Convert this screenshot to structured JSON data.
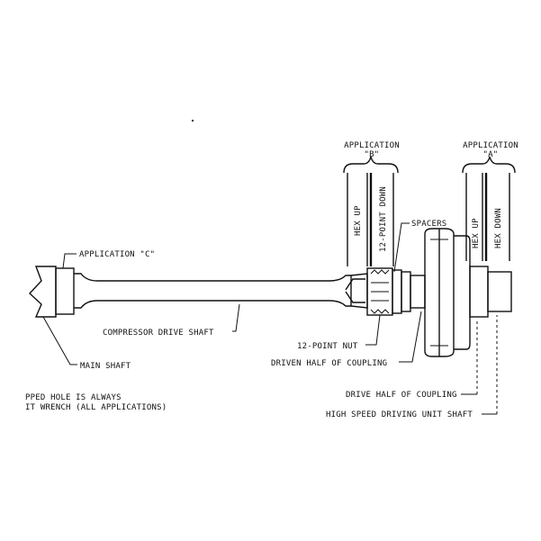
{
  "labels": {
    "application_b_title": "APPLICATION",
    "application_b_sub": "\"B\"",
    "application_a_title": "APPLICATION",
    "application_a_sub": "\"A\"",
    "hex_up_b": "HEX UP",
    "twelve_point_down": "12-POINT DOWN",
    "hex_up_a": "HEX UP",
    "hex_down_a": "HEX DOWN",
    "spacers": "SPACERS",
    "application_c": "APPLICATION \"C\"",
    "compressor_drive_shaft": "COMPRESSOR DRIVE SHAFT",
    "main_shaft": "MAIN SHAFT",
    "twelve_point_nut": "12-POINT NUT",
    "driven_half_coupling": "DRIVEN HALF OF COUPLING",
    "drive_half_coupling": "DRIVE HALF OF COUPLING",
    "high_speed_shaft": "HIGH SPEED DRIVING UNIT SHAFT",
    "note_line1": "PPED HOLE IS ALWAYS",
    "note_line2": "IT WRENCH (ALL APPLICATIONS)"
  }
}
